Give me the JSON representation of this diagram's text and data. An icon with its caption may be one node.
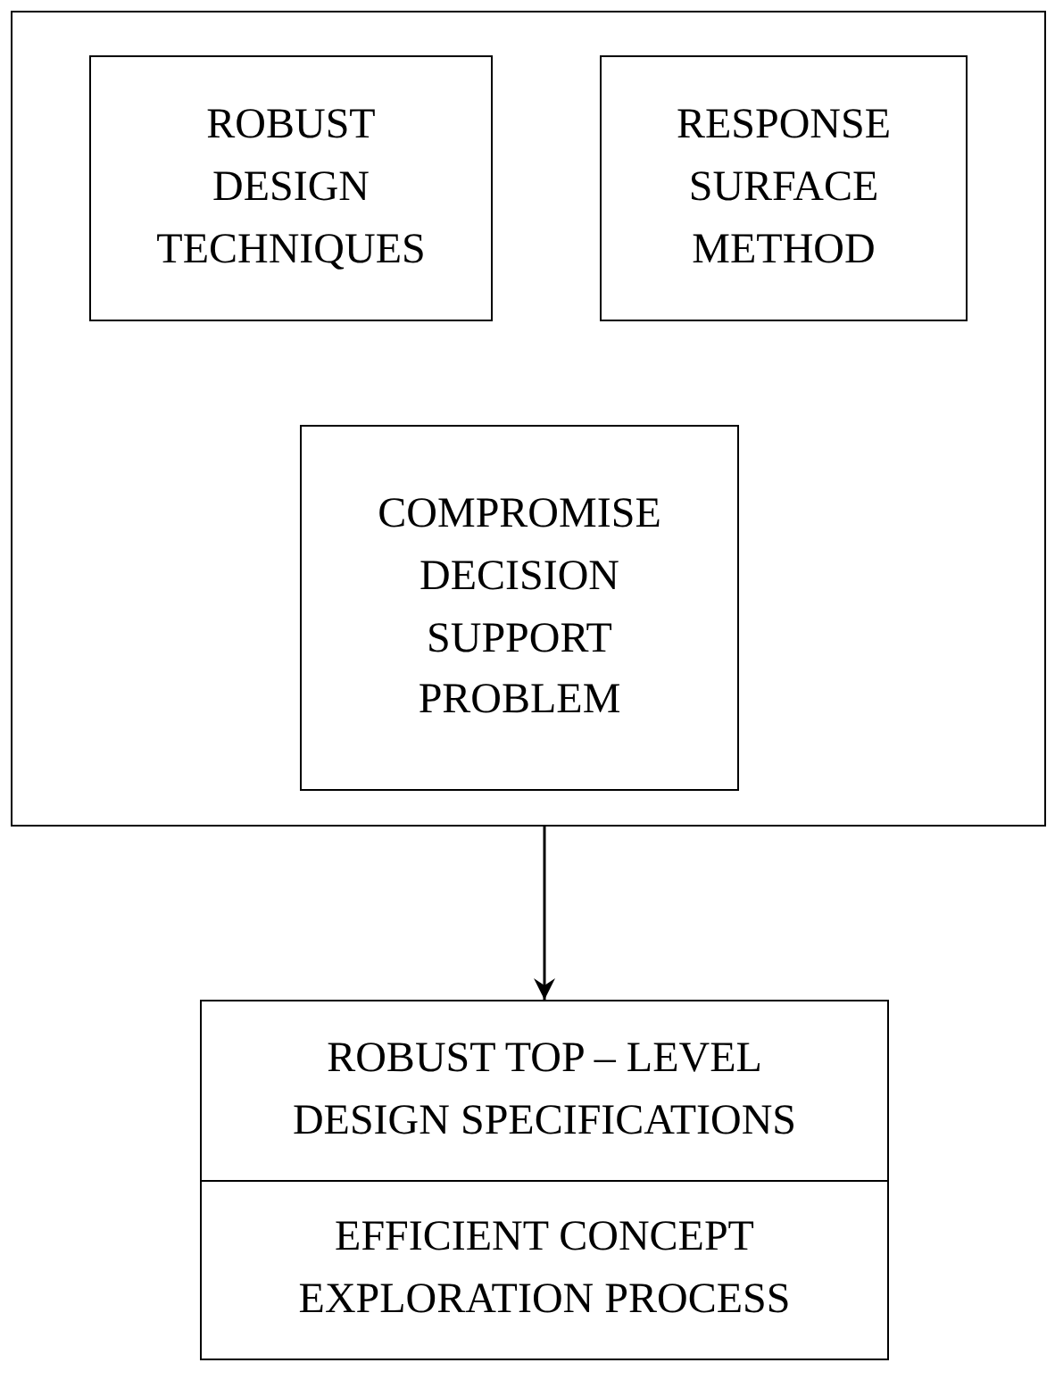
{
  "diagram": {
    "nodes": [
      {
        "text": [],
        "shape": "box"
      },
      {
        "text": [
          "ROBUST DESIGN TECHNIQUES"
        ],
        "in": 0
      },
      {
        "text": [
          "RESPONSE SURFACE METHOD"
        ],
        "in": 0
      },
      {
        "text": [
          "COMPROMISE DECISION SUPPORT PROBLEM"
        ],
        "in": 0
      },
      {
        "text": [
          "ROBUST TOP – LEVEL DESIGN SPECIFICATIONS",
          "EFFICIENT CONCEPT EXPLORATION PROCESS"
        ]
      }
    ],
    "edges": [
      {
        "from": 0,
        "to": 4,
        "arrow": "to"
      }
    ]
  }
}
